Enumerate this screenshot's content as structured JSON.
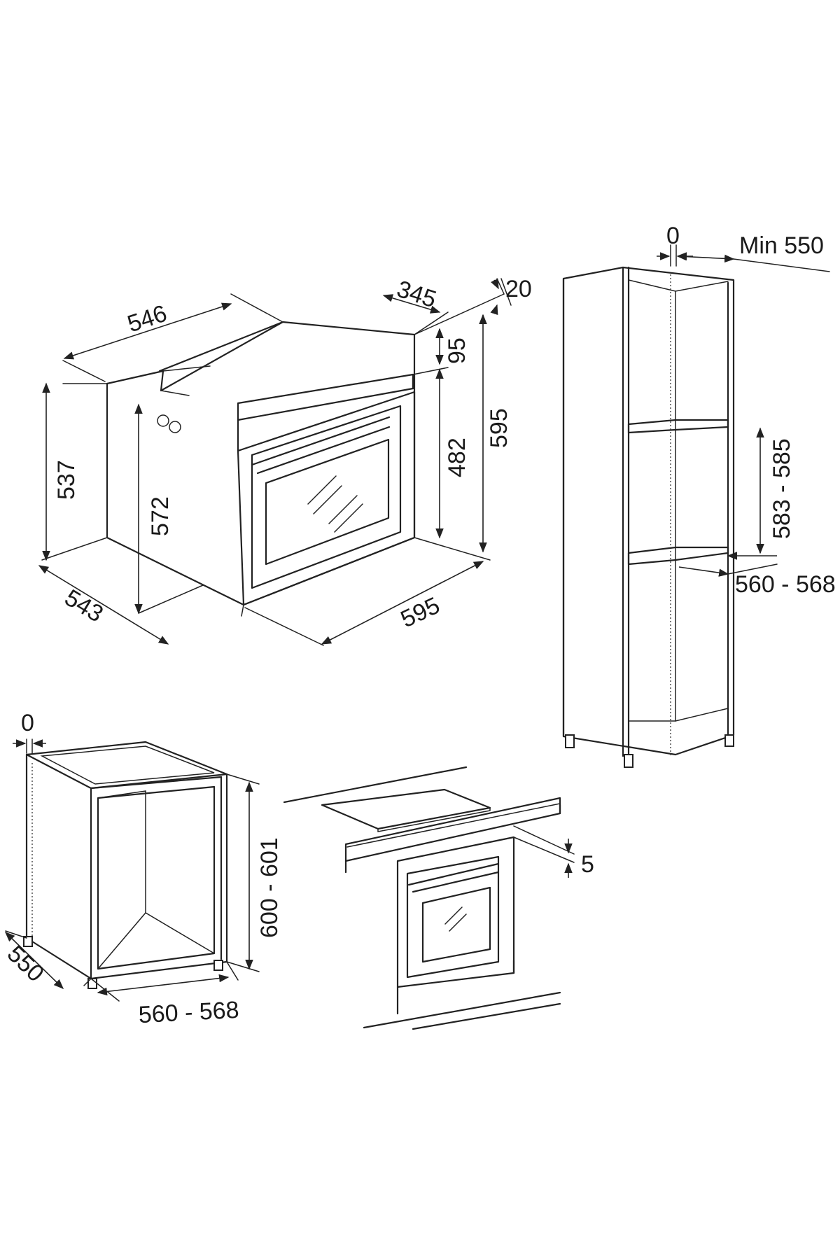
{
  "oven": {
    "width_top": "546",
    "depth_top": "345",
    "gap_top": "20",
    "panel_height": "95",
    "door_height": "482",
    "height_total": "595",
    "side_height": "537",
    "inner_height": "572",
    "depth_bottom": "543",
    "width_bottom": "595"
  },
  "tall_cabinet": {
    "side_gap": "0",
    "min_depth": "Min 550",
    "niche_height": "583 - 585",
    "niche_width": "560 - 568"
  },
  "base_cabinet": {
    "side_gap": "0",
    "height": "600 - 601",
    "depth": "550",
    "width": "560 - 568"
  },
  "undercounter": {
    "gap": "5"
  },
  "colors": {
    "line": "#222222",
    "background": "#ffffff"
  }
}
